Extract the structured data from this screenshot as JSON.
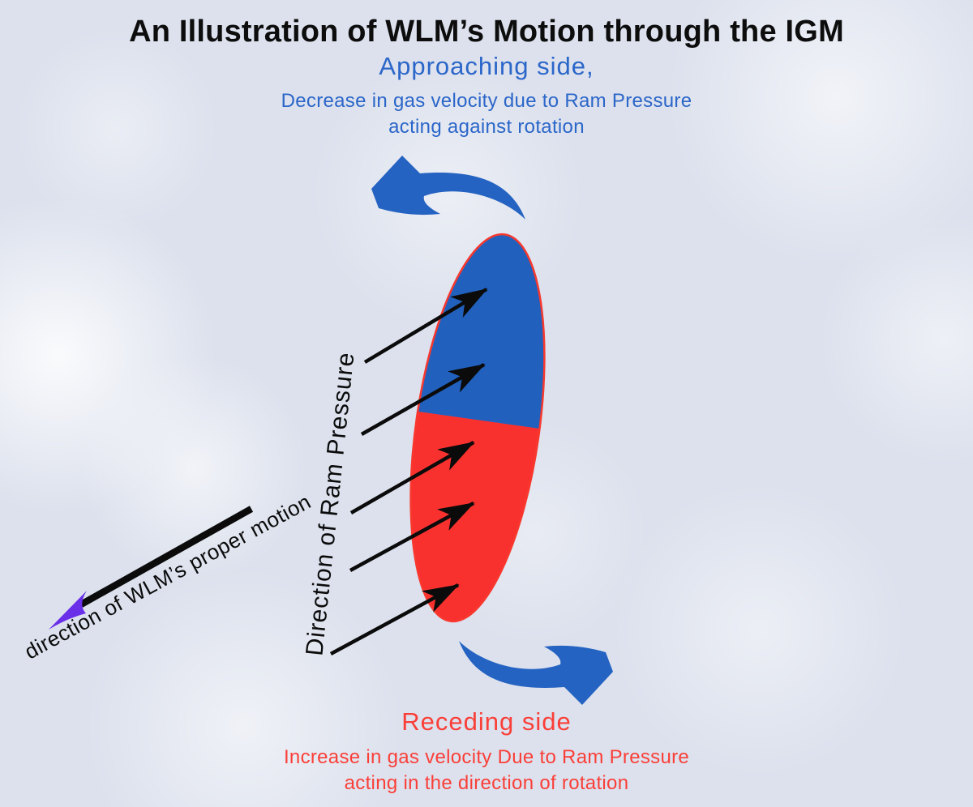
{
  "title": "An Illustration of WLM’s Motion through the IGM",
  "approaching_side": {
    "heading": "Approaching side,",
    "description_line1": "Decrease in  gas velocity due to Ram Pressure",
    "description_line2": "acting against rotation"
  },
  "receding_side": {
    "heading": "Receding side",
    "description_line1": "Increase in gas velocity Due to Ram Pressure",
    "description_line2": "acting in the direction of rotation"
  },
  "annotations": {
    "ram_pressure_label": "Direction of Ram Pressure",
    "proper_motion_label": "direction of WLM’s proper motion"
  },
  "colors": {
    "background": "#dce1ed",
    "title_text": "#0d0d0d",
    "approaching_text": "#2b66c9",
    "receding_text": "#fa3f38",
    "galaxy_blue": "#2161bd",
    "galaxy_red": "#f9312e",
    "galaxy_outline": "#f8382e",
    "rotation_arrow_blue": "#2563c2",
    "rotation_arrow_red": "#f9312e",
    "proper_motion_arrowhead": "#6a2fe9",
    "ink_black": "#0b0b0b"
  }
}
